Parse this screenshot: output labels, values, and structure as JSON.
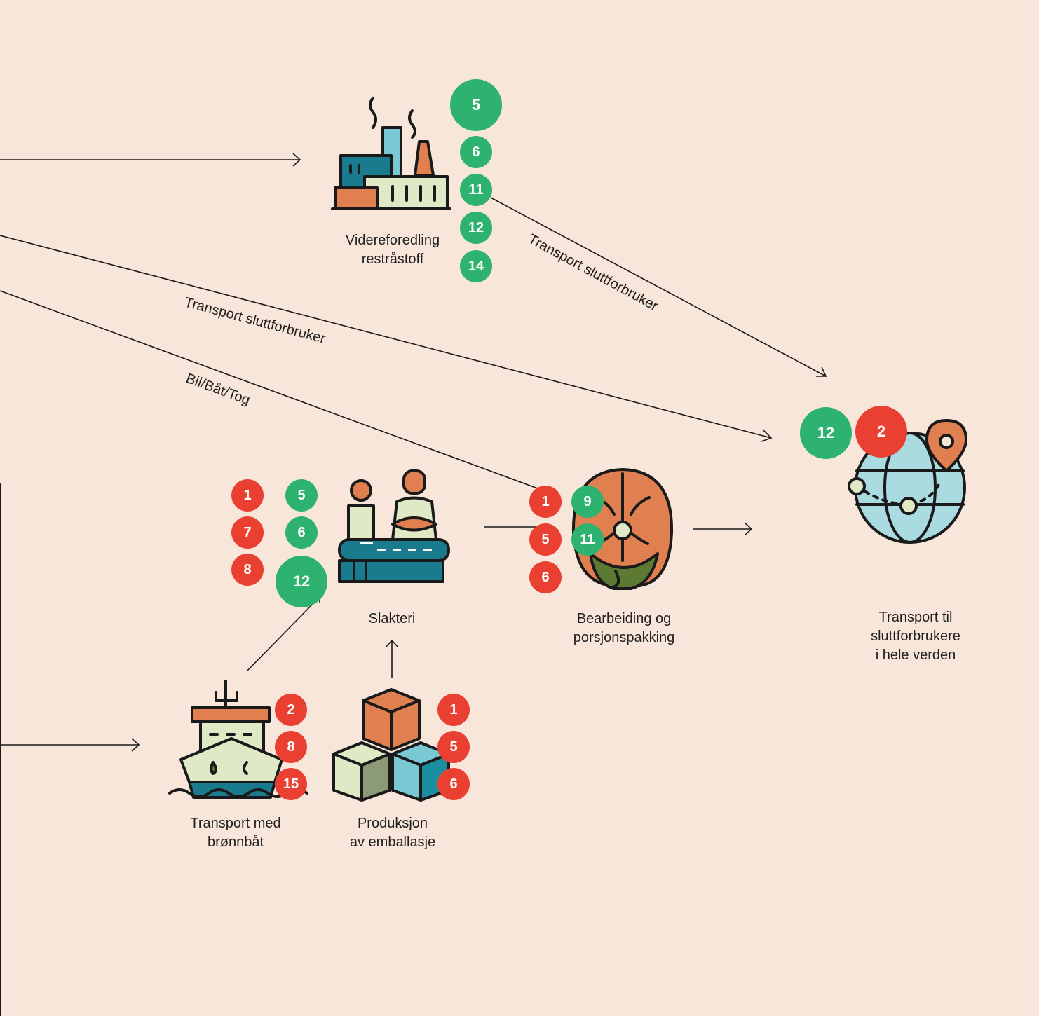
{
  "colors": {
    "background": "#f8e6da",
    "badge_red": "#ea4031",
    "badge_green": "#2db36f",
    "stroke": "#1a1a1a"
  },
  "nodes": {
    "videreforedling": {
      "label_line1": "Videreforedling",
      "label_line2": "restråstoff",
      "icon": "factory-icon",
      "badges": [
        "5",
        "6",
        "11",
        "12",
        "14"
      ]
    },
    "slakteri": {
      "label": "Slakteri",
      "icon": "slaughterhouse-workers-icon",
      "red_badges": [
        "1",
        "7",
        "8"
      ],
      "green_badges": [
        "5",
        "6",
        "12"
      ]
    },
    "bearbeiding": {
      "label_line1": "Bearbeiding og",
      "label_line2": "porsjonspakking",
      "icon": "salmon-steak-icon",
      "red_badges": [
        "1",
        "5",
        "6"
      ],
      "green_badges": [
        "9",
        "11"
      ]
    },
    "transport_global": {
      "label_line1": "Transport til",
      "label_line2": "sluttforbrukere",
      "label_line3": "i hele verden",
      "icon": "globe-location-icon",
      "green_badge": "12",
      "red_badge": "2"
    },
    "bronnbat": {
      "label_line1": "Transport med",
      "label_line2": "brønnbåt",
      "icon": "ship-icon",
      "red_badges": [
        "2",
        "8",
        "15"
      ]
    },
    "emballasje": {
      "label_line1": "Produksjon",
      "label_line2": "av emballasje",
      "icon": "boxes-icon",
      "red_badges": [
        "1",
        "5",
        "6"
      ]
    }
  },
  "edge_labels": {
    "factory_to_global": "Transport sluttforbruker",
    "left_to_global": "Transport sluttforbruker",
    "left_to_bearbeiding": "Bil/Båt/Tog"
  }
}
